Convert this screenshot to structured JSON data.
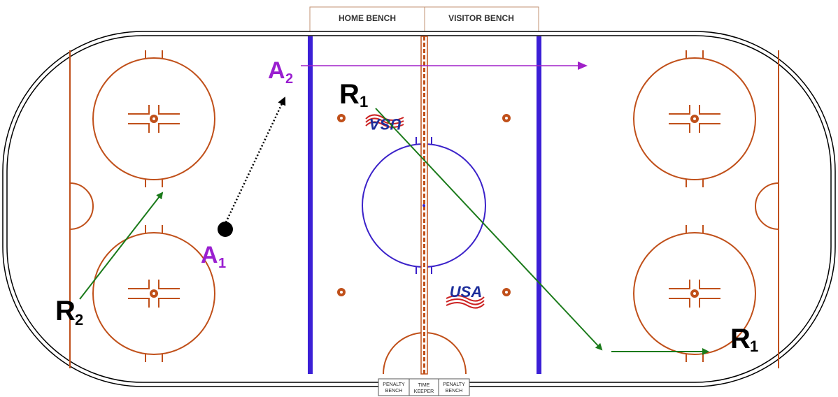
{
  "benches": {
    "home": "HOME BENCH",
    "visitor": "VISITOR BENCH"
  },
  "bottom_boxes": [
    {
      "line1": "PENALTY",
      "line2": "BENCH"
    },
    {
      "line1": "TIME",
      "line2": "KEEPER"
    },
    {
      "line1": "PENALTY",
      "line2": "BENCH"
    }
  ],
  "logo_text": "USA",
  "markers": {
    "r1_top": {
      "main": "R",
      "sub": "1"
    },
    "r1_right": {
      "main": "R",
      "sub": "1"
    },
    "r2": {
      "main": "R",
      "sub": "2"
    },
    "a1": {
      "main": "A",
      "sub": "1"
    },
    "a2": {
      "main": "A",
      "sub": "2"
    }
  },
  "colors": {
    "rink_lines": "#c0501a",
    "blue_lines": "#3b1fd6",
    "center_circle": "#3b22c9",
    "player_path": "#1a7a1a",
    "official_path": "#a020c8",
    "puck_pass": "#000000"
  }
}
